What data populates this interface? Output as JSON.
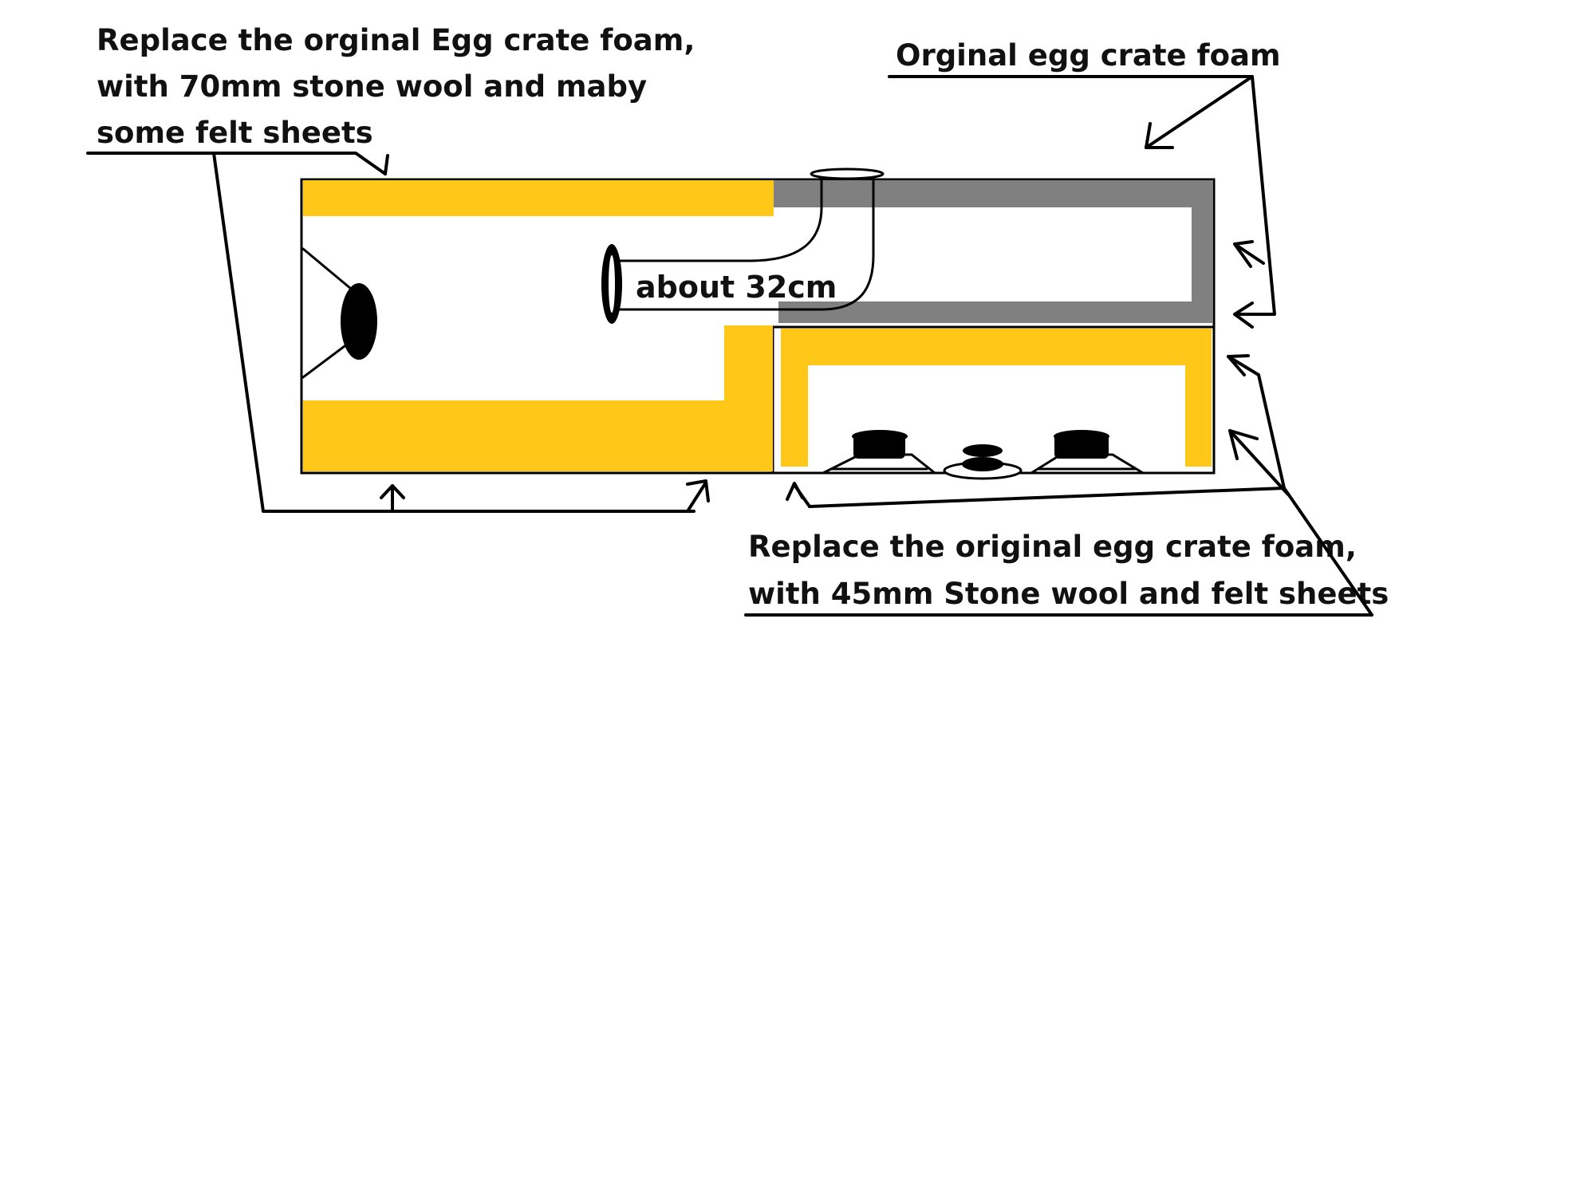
{
  "annotations": {
    "top_left": {
      "line1": "Replace the orginal Egg crate foam,",
      "line2": "with 70mm stone wool and maby",
      "line3": "some felt sheets"
    },
    "top_right": {
      "line1": "Orginal egg crate foam"
    },
    "bottom_right": {
      "line1": "Replace the original egg crate foam,",
      "line2": "with 45mm Stone wool and felt sheets"
    },
    "port_length": "about 32cm"
  },
  "colors": {
    "stone_wool": "#FFC718",
    "egg_crate_foam": "#808080",
    "background": "#FFFFFF",
    "outline": "#000000"
  },
  "icons": {
    "woofer": "woofer-speaker-icon",
    "port_opening": "port-ring-icon",
    "speakers": [
      "mid-speaker-icon",
      "tweeter-icon",
      "mid-speaker-icon"
    ]
  }
}
